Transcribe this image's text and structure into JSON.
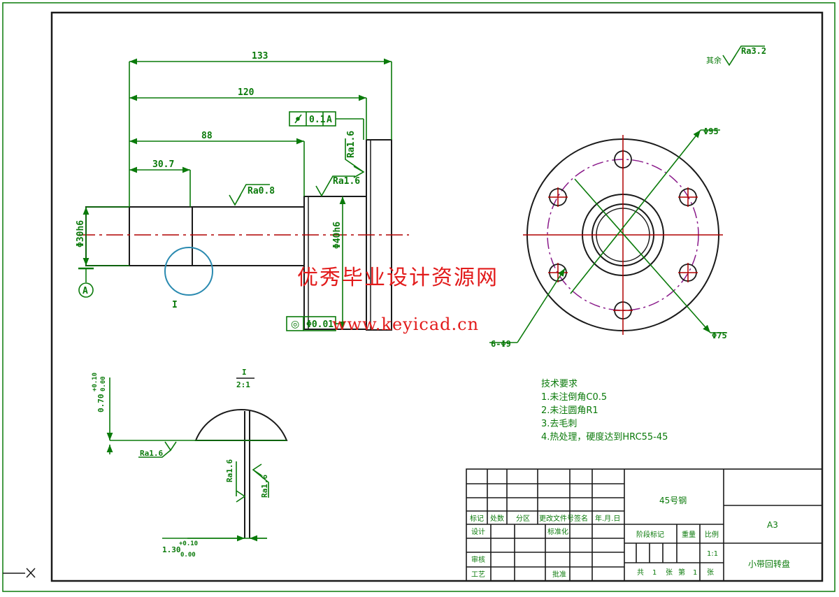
{
  "dimensions": {
    "overall_length": "133",
    "length_120": "120",
    "length_88": "88",
    "length_30_7": "30.7",
    "diameter_left": "Φ30h6",
    "diameter_mid": "Φ40h6",
    "flange_outer": "Φ95",
    "bolt_circle": "Φ75",
    "holes": "6-Φ9",
    "keyway_depth": "0.70",
    "keyway_depth_tol_upper": "+0.10",
    "keyway_depth_tol_lower": "0.00",
    "keyway_width": "1.30",
    "keyway_width_tol_upper": "+0.10",
    "keyway_width_tol_lower": "0.00"
  },
  "roughness": {
    "general_value": "Ra3.2",
    "general_prefix": "其余",
    "ra16": "Ra1.6",
    "ra08": "Ra0.8"
  },
  "tolerance_frames": {
    "runout_value": "0.1",
    "runout_datum": "A",
    "coaxial_value": "Φ0.01"
  },
  "labels": {
    "datum": "A",
    "detail_ref": "I",
    "detail_scale": "2:1",
    "detail_title": "I"
  },
  "tech_requirements": {
    "heading": "技术要求",
    "items": [
      "1.未注倒角C0.5",
      "2.未注圆角R1",
      "3.去毛刺",
      "4.热处理，硬度达到HRC55-45"
    ]
  },
  "title_block": {
    "material": "45号钢",
    "sheet_size": "A3",
    "part_name": "小带回转盘",
    "scale": "1:1",
    "header_row": [
      "标记",
      "处数",
      "分区",
      "更改文件号",
      "签名",
      "年.月.日"
    ],
    "row_design": "设计",
    "row_standard": "标准化",
    "row_review": "审核",
    "row_craft": "工艺",
    "row_approve": "批准",
    "stage_label": "阶段标记",
    "weight_label": "重量",
    "scale_label": "比例",
    "sheet_info": [
      "共",
      "1",
      "张",
      "第",
      "1",
      "张"
    ]
  },
  "watermark": {
    "title": "优秀毕业设计资源网",
    "url": "www.keyicad.cn"
  }
}
